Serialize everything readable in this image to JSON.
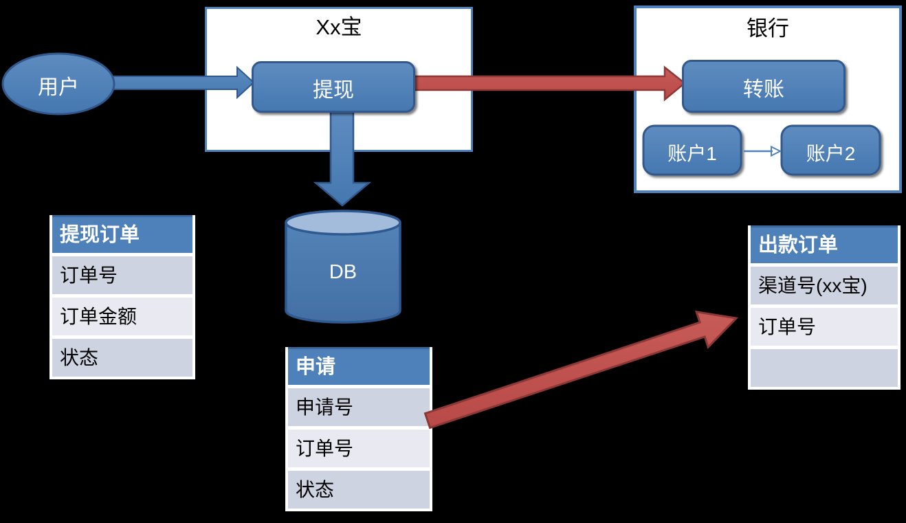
{
  "nodes": {
    "user": {
      "label": "用户"
    },
    "xxbao": {
      "title": "Xx宝"
    },
    "withdraw": {
      "label": "提现"
    },
    "bank": {
      "title": "银行"
    },
    "transfer": {
      "label": "转账"
    },
    "account1": {
      "label": "账户1"
    },
    "account2": {
      "label": "账户2"
    },
    "db": {
      "label": "DB"
    }
  },
  "tables": {
    "withdraw_order": {
      "header": "提现订单",
      "rows": [
        "订单号",
        "订单金额",
        "状态"
      ]
    },
    "application": {
      "header": "申请",
      "rows": [
        "申请号",
        "订单号",
        "状态"
      ]
    },
    "payout_order": {
      "header": "出款订单",
      "rows": [
        "渠道号(xx宝)",
        "订单号",
        ""
      ]
    }
  },
  "edges": [
    {
      "from": "用户",
      "to": "提现",
      "style": "thick-blue-arrow"
    },
    {
      "from": "提现",
      "to": "转账",
      "style": "thick-red-arrow"
    },
    {
      "from": "提现",
      "to": "DB",
      "style": "thick-blue-arrow"
    },
    {
      "from": "账户1",
      "to": "账户2",
      "style": "thin-blue-arrow"
    },
    {
      "from": "申请",
      "to": "出款订单",
      "style": "thick-red-arrow"
    }
  ],
  "colors": {
    "background": "#000000",
    "container_bg": "#FFFFFF",
    "container_border": "#4F81BD",
    "shape_blue": "#4F81BD",
    "shape_blue_border": "#31588C",
    "db_top": "#A3BCDC",
    "red_arrow": "#C0504D",
    "red_arrow_border": "#8C3836",
    "table_header_bg": "#4E80BA",
    "table_row_dark": "#CDD3E0",
    "table_row_light": "#E9EAF1"
  }
}
